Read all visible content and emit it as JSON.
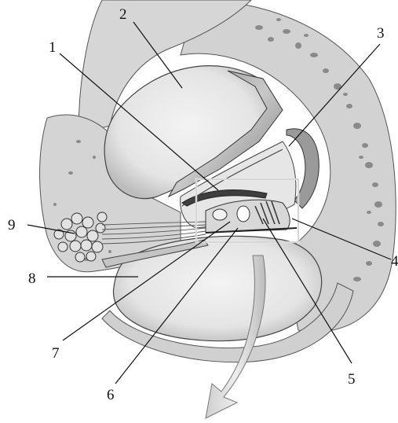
{
  "diagram": {
    "labels": [
      {
        "id": "1",
        "text": "1"
      },
      {
        "id": "2",
        "text": "2"
      },
      {
        "id": "3",
        "text": "3"
      },
      {
        "id": "4",
        "text": "4"
      },
      {
        "id": "5",
        "text": "5"
      },
      {
        "id": "6",
        "text": "6"
      },
      {
        "id": "7",
        "text": "7"
      },
      {
        "id": "8",
        "text": "8"
      },
      {
        "id": "9",
        "text": "9"
      }
    ],
    "colors": {
      "bone": "#d2d2d2",
      "bone_pores": "#8a8a8a",
      "cavity": "#ececec",
      "cavity_shadow": "#9c9c9c",
      "membrane": "#bdbdbd",
      "dark_tissue": "#3e3e3e",
      "outline": "#333333",
      "arrow_fill": "#dcdcdc"
    }
  }
}
